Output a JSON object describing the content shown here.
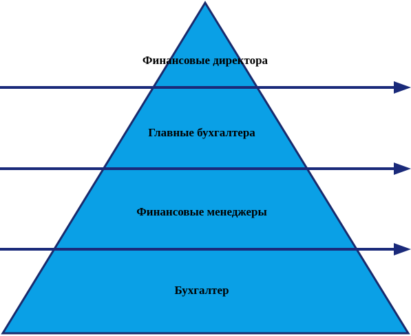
{
  "pyramid": {
    "colors": {
      "fill": "#0aa0e6",
      "outline": "#1a2a6c",
      "arrow": "#1a2a7a"
    },
    "levels": [
      {
        "label": "Финансовые директора"
      },
      {
        "label": "Главные бухгалтера"
      },
      {
        "label": "Финансовые менеджеры"
      },
      {
        "label": "Бухгалтер"
      }
    ]
  }
}
